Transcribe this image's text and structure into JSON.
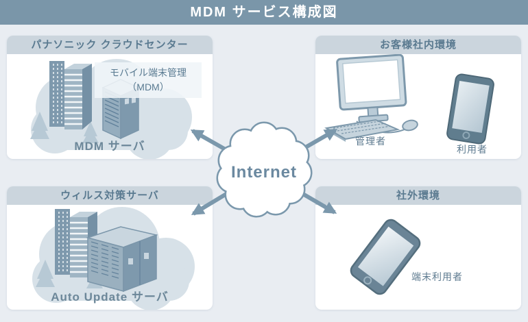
{
  "title_bar": {
    "title": "MDM サービス構成図"
  },
  "panels": {
    "cloud_center": {
      "header": "パナソニック クラウドセンター",
      "mdm_tag": {
        "line1": "モバイル端末管理",
        "line2": "（MDM）"
      },
      "caption": "MDM サーバ"
    },
    "customer_office": {
      "header": "お客様社内環境",
      "admin_caption": "管理者",
      "user_caption": "利用者"
    },
    "virus_server": {
      "header": "ウィルス対策サーバ",
      "caption": "Auto Update サーバ"
    },
    "external": {
      "header": "社外環境",
      "caption": "端末利用者"
    }
  },
  "internet": {
    "label": "Internet"
  },
  "icons": {
    "cloud_center": [
      "office-building-icon",
      "server-rack-icon",
      "cloud-icon",
      "trees-icon"
    ],
    "customer_office": [
      "desktop-computer-icon",
      "smartphone-icon"
    ],
    "virus_server": [
      "office-building-icon",
      "server-unit-icon",
      "cloud-icon",
      "trees-icon"
    ],
    "external": [
      "smartphone-icon"
    ],
    "center": [
      "internet-cloud-icon",
      "arrow-icon"
    ]
  },
  "colors": {
    "title_bar_bg": "#7a96a9",
    "page_bg": "#e9edf2",
    "panel_header_bg": "#cbd5dd",
    "header_text": "#5a7a90",
    "caption_text": "#6c8799",
    "diagram_line": "#7b98ac",
    "internet_text": "#6b89a0",
    "illustration_cloud": "#d7e1e8"
  }
}
